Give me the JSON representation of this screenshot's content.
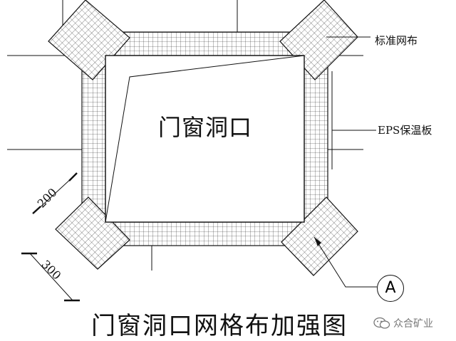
{
  "labels": {
    "mesh": "标准网布",
    "eps": "EPS保温板",
    "opening": "门窗洞口",
    "title": "门窗洞口网格布加强图",
    "marker": "A"
  },
  "dimensions": {
    "short": "200",
    "long": "300"
  },
  "watermark": {
    "text": "众合矿业"
  },
  "colors": {
    "line": "#111111",
    "background": "#ffffff",
    "watermark": "#777777"
  }
}
